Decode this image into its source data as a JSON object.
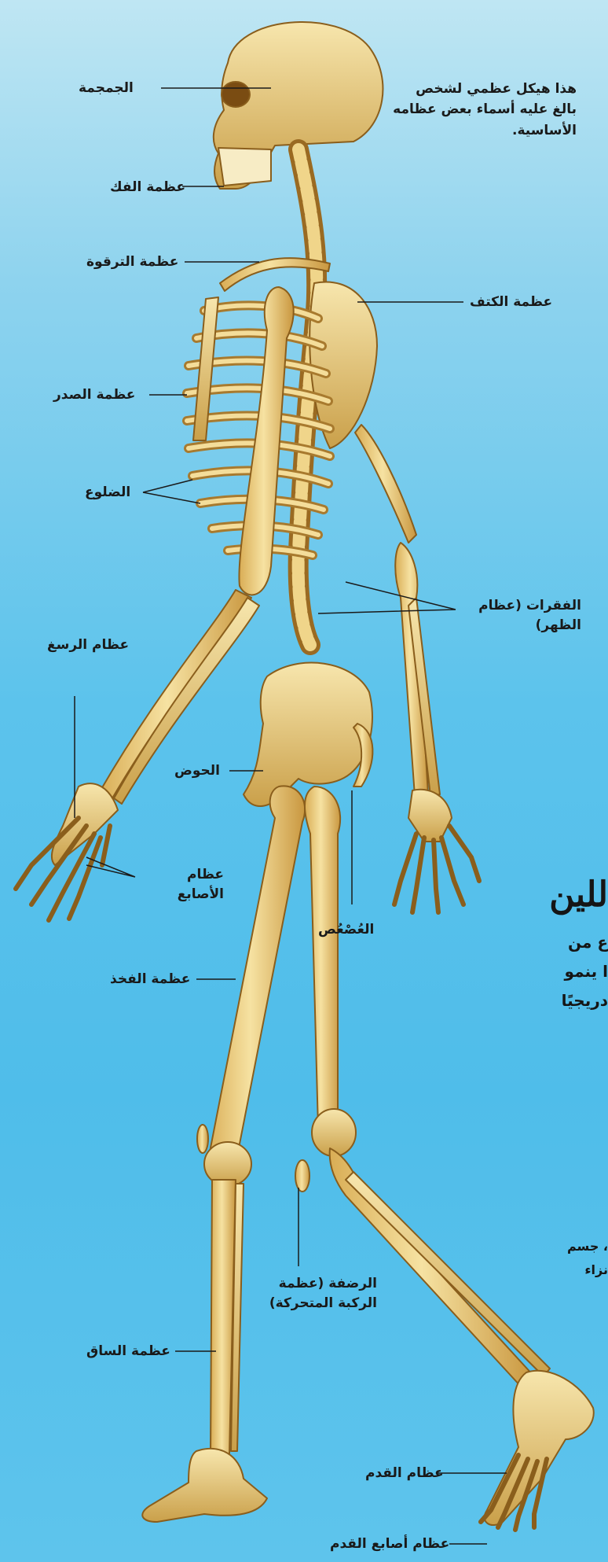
{
  "intro_text": "هذا هيكل عظمي لشخص بالغ عليه أسماء بعض عظامه الأساسية.",
  "labels": {
    "skull": "الجمجمة",
    "jaw": "عظمة الفك",
    "collarbone": "عظمة الترقوة",
    "shoulder_blade": "عظمة الكتف",
    "sternum": "عظمة الصدر",
    "ribs": "الضلوع",
    "vertebrae": "الفقرات (عظام الظهر)",
    "wrist": "عظام الرسغ",
    "pelvis": "الحوض",
    "finger_bones": "عظام الأصابع",
    "tailbone": "العُصْعُص",
    "femur": "عظمة الفخذ",
    "kneecap": "الرضفة (عظمة الركبة المتحركة)",
    "shin": "عظمة الساق",
    "foot_bones": "عظام القدم",
    "toe_bones": "عظام أصابع القدم"
  },
  "side_text": {
    "title": "للين",
    "line1": "ع من",
    "line2": "ا ينمو",
    "line3": "دريجيًا",
    "line4": "، جسم",
    "line5": "نزاء"
  },
  "colors": {
    "bone": "#f0d58a",
    "bone_dark": "#a97a2a",
    "bone_light": "#fbeab8",
    "leader_line": "#1a1a1a"
  }
}
